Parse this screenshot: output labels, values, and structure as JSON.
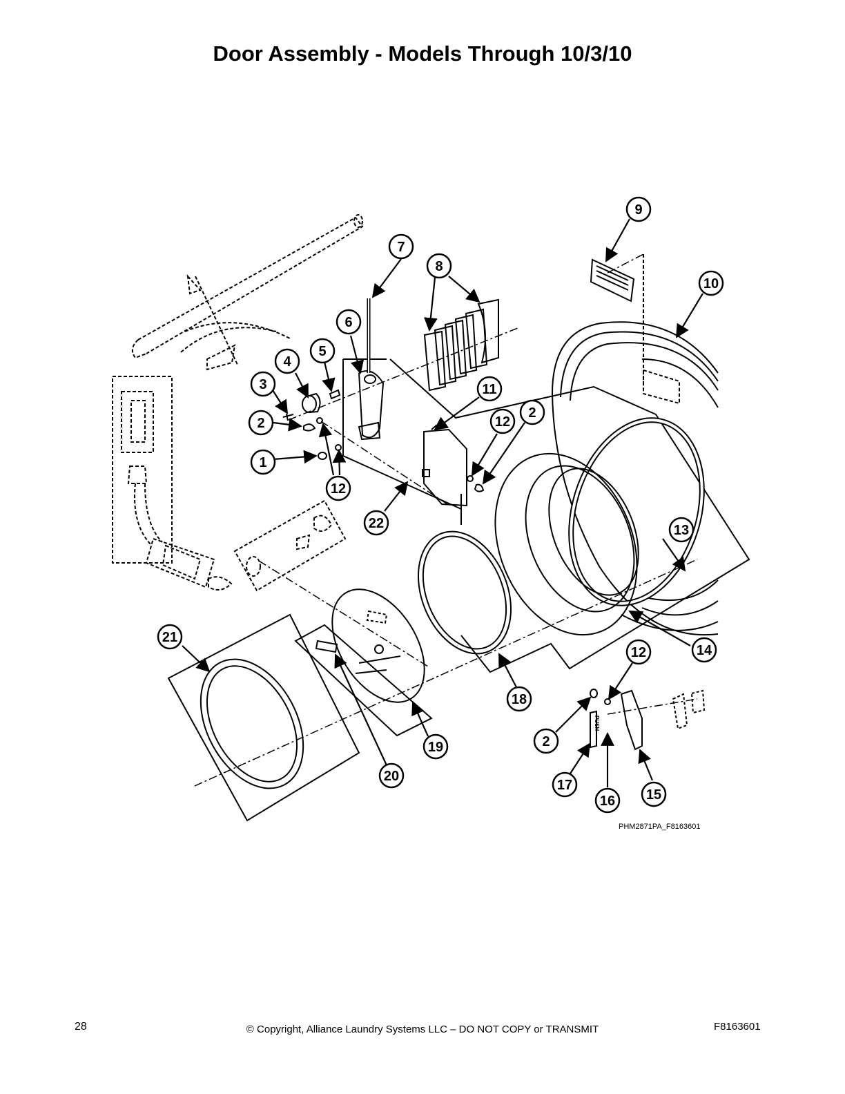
{
  "page": {
    "title": "Door Assembly - Models Through 10/3/10",
    "image_code": "PHM2871PA_F8163601",
    "page_number": "28",
    "copyright": "© Copyright, Alliance Laundry Systems LLC – DO NOT COPY or TRANSMIT",
    "document_code": "F8163601"
  },
  "callouts": [
    "1",
    "2",
    "3",
    "4",
    "5",
    "6",
    "7",
    "8",
    "9",
    "10",
    "11",
    "12",
    "13",
    "14",
    "15",
    "16",
    "17",
    "18",
    "19",
    "20",
    "21",
    "22",
    "12",
    "2",
    "12",
    "2"
  ],
  "plate_text": "PUSH"
}
